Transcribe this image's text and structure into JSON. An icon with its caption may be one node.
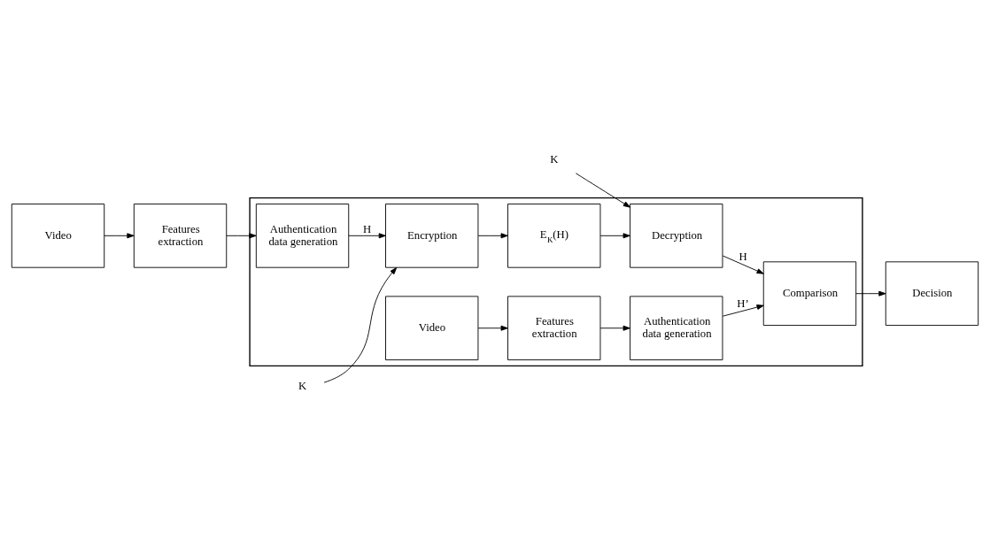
{
  "diagram": {
    "nodes": [
      {
        "text": [],
        "shape": "box"
      },
      {
        "text": [
          "Video"
        ]
      },
      {
        "text": [
          "Features extraction"
        ]
      },
      {
        "text": [
          "Authentication data generation"
        ],
        "in": 0
      },
      {
        "text": [
          "Encryption"
        ],
        "in": 0
      },
      {
        "text": [
          "E$_{K}$(H)"
        ],
        "in": 0
      },
      {
        "text": [
          "Video"
        ],
        "in": 0
      },
      {
        "text": [
          "Features extraction"
        ],
        "in": 0
      },
      {
        "text": [
          "Authentication data generation"
        ],
        "in": 0
      },
      {
        "text": [
          "Comparison"
        ],
        "in": 0
      },
      {
        "text": [
          "Decryption"
        ],
        "in": 0
      },
      {
        "text": [
          "Decision"
        ]
      },
      {
        "text": [
          "K"
        ]
      },
      {
        "text": [
          "K"
        ]
      }
    ],
    "edges": [
      {
        "from": 1,
        "to": 2,
        "arrow": "to"
      },
      {
        "from": 2,
        "to": 3,
        "arrow": "to"
      },
      {
        "from": 3,
        "to": 4,
        "arrow": "to",
        "label": "H"
      },
      {
        "from": 12,
        "to": 4,
        "arrow": "to"
      },
      {
        "from": 4,
        "to": 5,
        "arrow": "to"
      },
      {
        "from": 6,
        "to": 7,
        "arrow": "to"
      },
      {
        "from": 5,
        "to": 10,
        "arrow": "to"
      },
      {
        "from": 7,
        "to": 8,
        "arrow": "to"
      },
      {
        "from": 8,
        "to": 9,
        "arrow": "to",
        "label": "H’"
      },
      {
        "from": 13,
        "to": 10,
        "arrow": "to"
      },
      {
        "from": 10,
        "to": 9,
        "arrow": "to",
        "label": "H"
      },
      {
        "from": 9,
        "to": 11,
        "arrow": "to"
      }
    ]
  }
}
